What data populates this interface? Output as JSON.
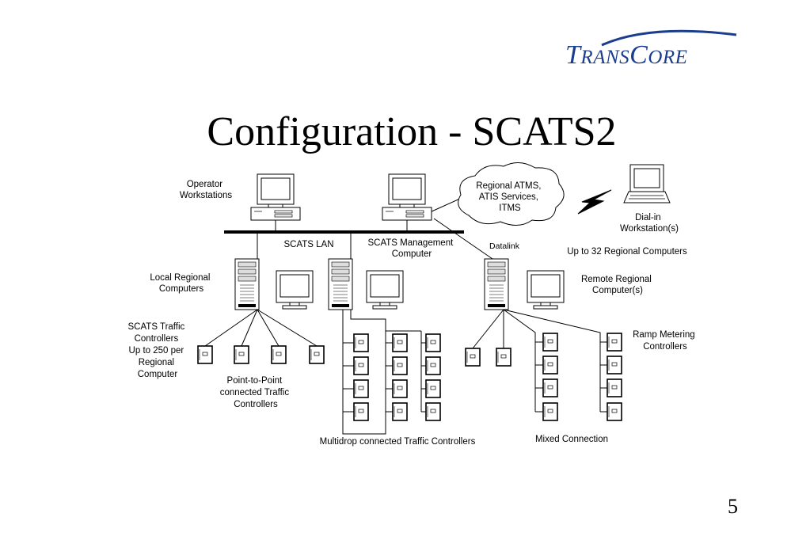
{
  "logo": {
    "t1": "T",
    "t2": "RANS",
    "c1": "C",
    "c2": "ORE",
    "swoosh_color": "#1a3d8f"
  },
  "title": "Configuration - SCATS2",
  "page_number": "5",
  "labels": {
    "operator": [
      "Operator",
      "Workstations"
    ],
    "cloud": [
      "Regional ATMS,",
      "ATIS Services,",
      "ITMS"
    ],
    "dialin": [
      "Dial-in",
      "Workstation(s)"
    ],
    "scats_lan": "SCATS LAN",
    "mgmt": [
      "SCATS Management",
      "Computer"
    ],
    "datalink": "Datalink",
    "up_to_32": "Up to 32 Regional Computers",
    "local_regional": [
      "Local Regional",
      "Computers"
    ],
    "remote_regional": [
      "Remote Regional",
      "Computer(s)"
    ],
    "scats_traffic": [
      "SCATS Traffic",
      "Controllers",
      "Up to 250 per",
      "Regional",
      "Computer"
    ],
    "ramp_metering": [
      "Ramp Metering",
      "Controllers"
    ],
    "p2p": [
      "Point-to-Point",
      "connected Traffic",
      "Controllers"
    ],
    "multidrop": "Multidrop connected Traffic Controllers",
    "mixed": "Mixed Connection"
  },
  "icons": {
    "desktop": "desktop-computer-icon",
    "laptop": "laptop-icon",
    "tower": "server-tower-icon",
    "monitor": "monitor-icon",
    "controller": "traffic-controller-icon",
    "cloud": "cloud-icon",
    "lightning": "lightning-bolt-icon"
  }
}
